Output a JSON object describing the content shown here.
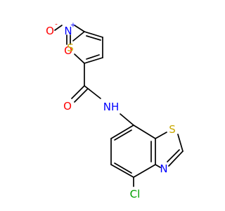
{
  "molecule": {
    "atoms": {
      "nitro_o_minus": {
        "symbol": "O",
        "charge": "-",
        "color": "#ff0000"
      },
      "nitro_n": {
        "symbol": "N",
        "charge": "+",
        "color": "#0000ff"
      },
      "nitro_o": {
        "symbol": "O",
        "color": "#ff0000"
      },
      "thiophene_s": {
        "symbol": "S",
        "color": "#c8a800"
      },
      "carbonyl_o": {
        "symbol": "O",
        "color": "#ff0000"
      },
      "amide_nh": {
        "symbol": "NH",
        "color": "#0000ff"
      },
      "thiazole_s": {
        "symbol": "S",
        "color": "#c8a800"
      },
      "thiazole_n": {
        "symbol": "N",
        "color": "#0000ff"
      },
      "chlorine": {
        "symbol": "Cl",
        "color": "#00a000"
      }
    },
    "bond_color": "#000000"
  }
}
